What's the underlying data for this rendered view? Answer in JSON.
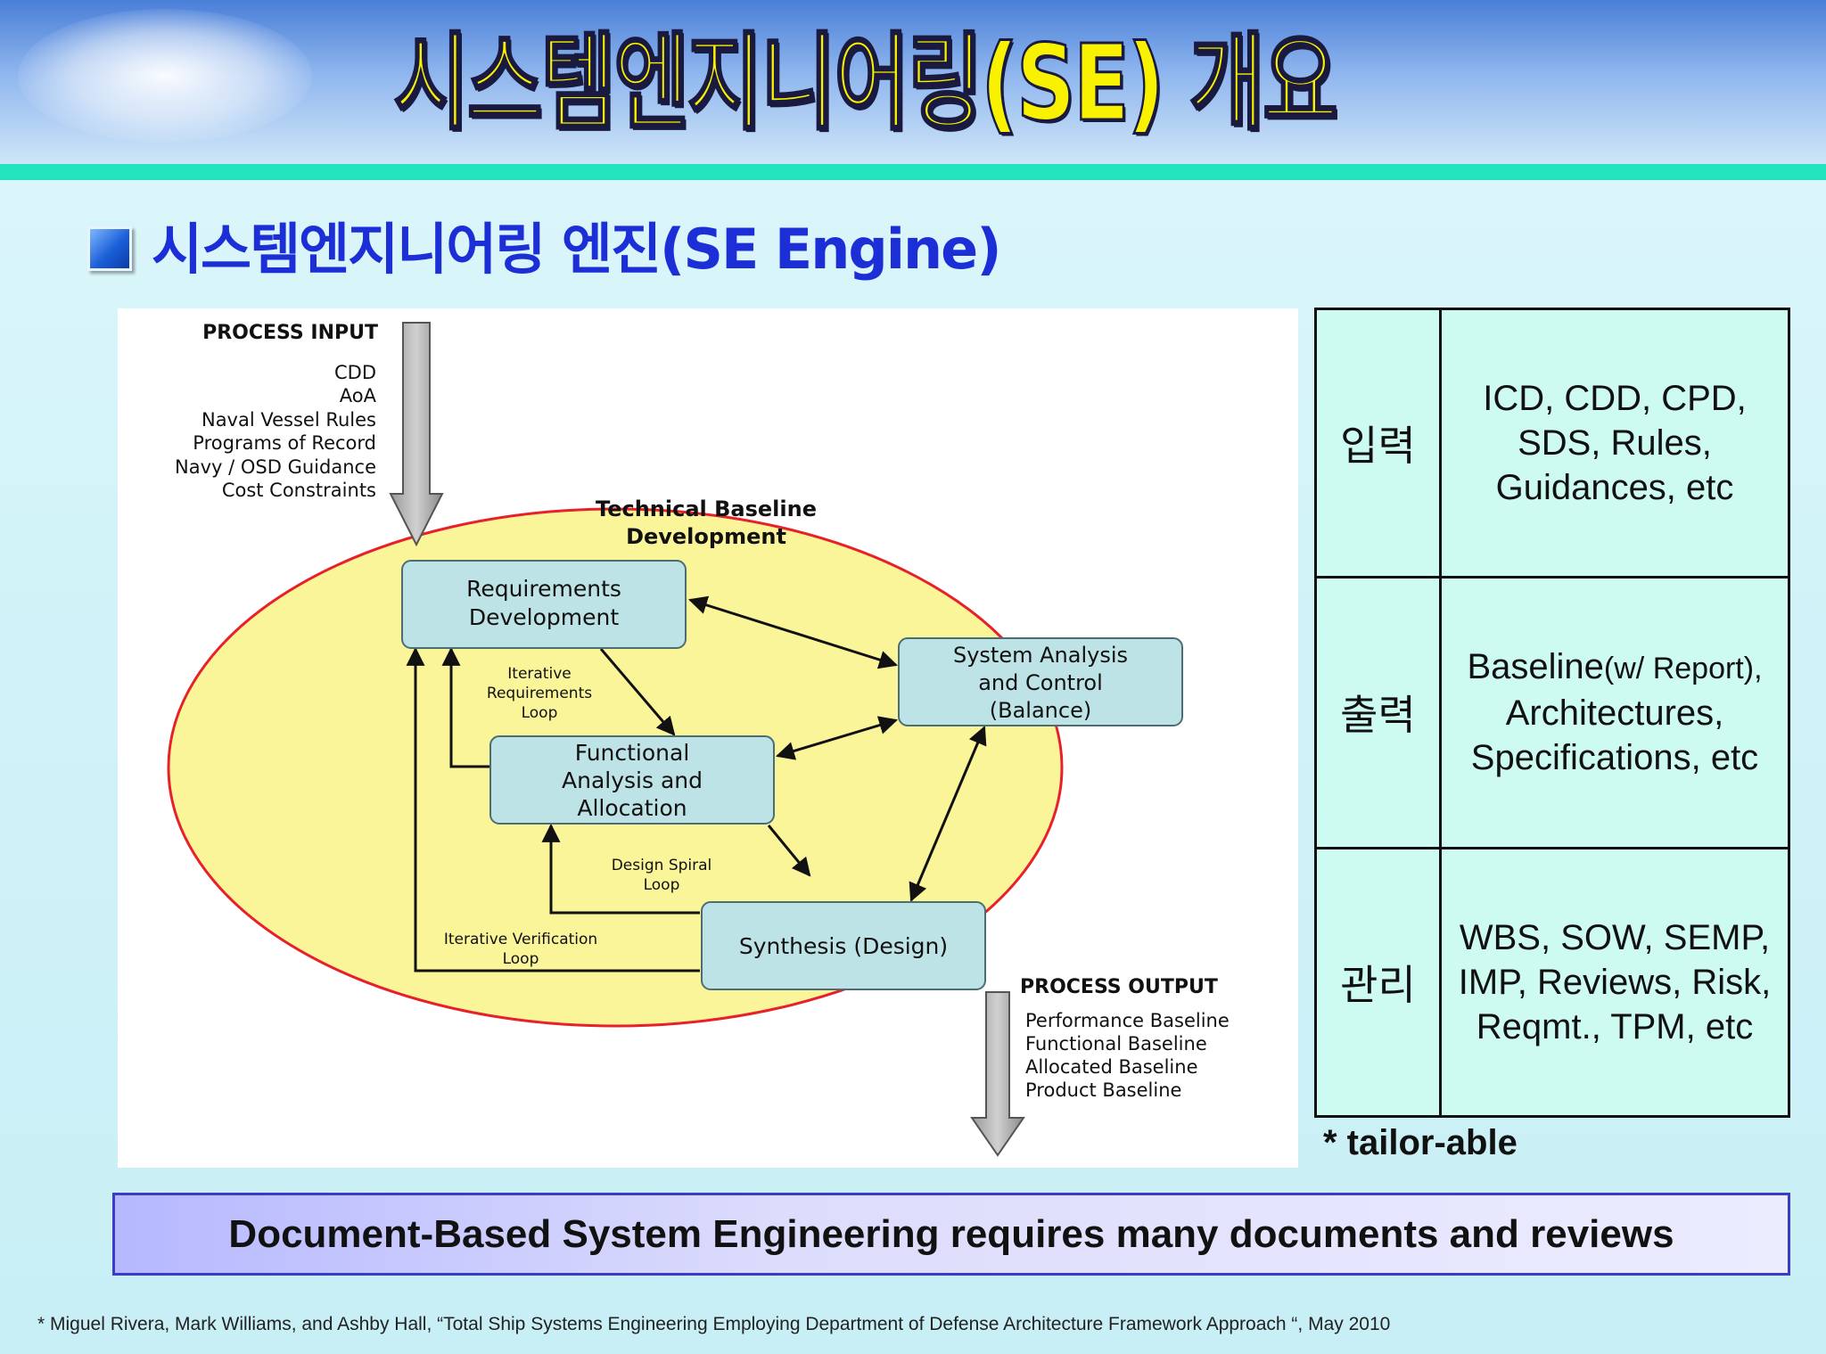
{
  "header": {
    "title": "시스템엔지니어링(SE) 개요"
  },
  "section": {
    "title": "시스템엔지니어링 엔진(SE Engine)"
  },
  "diagram": {
    "process_input_title": "PROCESS INPUT",
    "process_inputs": [
      "CDD",
      "AoA",
      "Naval Vessel Rules",
      "Programs of Record",
      "Navy / OSD Guidance",
      "Cost Constraints"
    ],
    "baseline_title": [
      "Technical Baseline",
      "Development"
    ],
    "requirements_box": [
      "Requirements",
      "Development"
    ],
    "system_analysis_box": [
      "System Analysis",
      "and Control",
      "(Balance)"
    ],
    "functional_box": [
      "Functional",
      "Analysis and",
      "Allocation"
    ],
    "synthesis_box": "Synthesis (Design)",
    "loop_requirements": [
      "Iterative",
      "Requirements",
      "Loop"
    ],
    "loop_design": [
      "Design Spiral",
      "Loop"
    ],
    "loop_verification": [
      "Iterative Verification",
      "Loop"
    ],
    "process_output_title": "PROCESS OUTPUT",
    "process_outputs": [
      "Performance Baseline",
      "Functional Baseline",
      "Allocated Baseline",
      "Product Baseline"
    ]
  },
  "table": {
    "rows": [
      {
        "label": "입력",
        "value_lines": [
          "ICD, CDD, CPD,",
          "SDS, Rules,",
          "Guidances, etc"
        ]
      },
      {
        "label": "출력",
        "value_main": "Baseline",
        "value_small": "(w/ Report),",
        "value_lines": [
          "Architectures,",
          "Specifications, etc"
        ]
      },
      {
        "label": "관리",
        "value_lines": [
          "WBS, SOW, SEMP,",
          "IMP, Reviews, Risk,",
          "Reqmt., TPM, etc"
        ]
      }
    ]
  },
  "note": "* tailor-able",
  "banner": "Document-Based System Engineering requires many documents and reviews",
  "citation": "* Miguel Rivera, Mark Williams, and Ashby Hall, “Total Ship Systems Engineering Employing Department of Defense Architecture Framework Approach “, May 2010",
  "colors": {
    "title": "#f8f200",
    "subtitle": "#1c2fd6",
    "header_line": "#22e3bd",
    "ellipse": "#fbf59a",
    "ellipse_stroke": "#e8202a",
    "box": "#bde3e6"
  }
}
